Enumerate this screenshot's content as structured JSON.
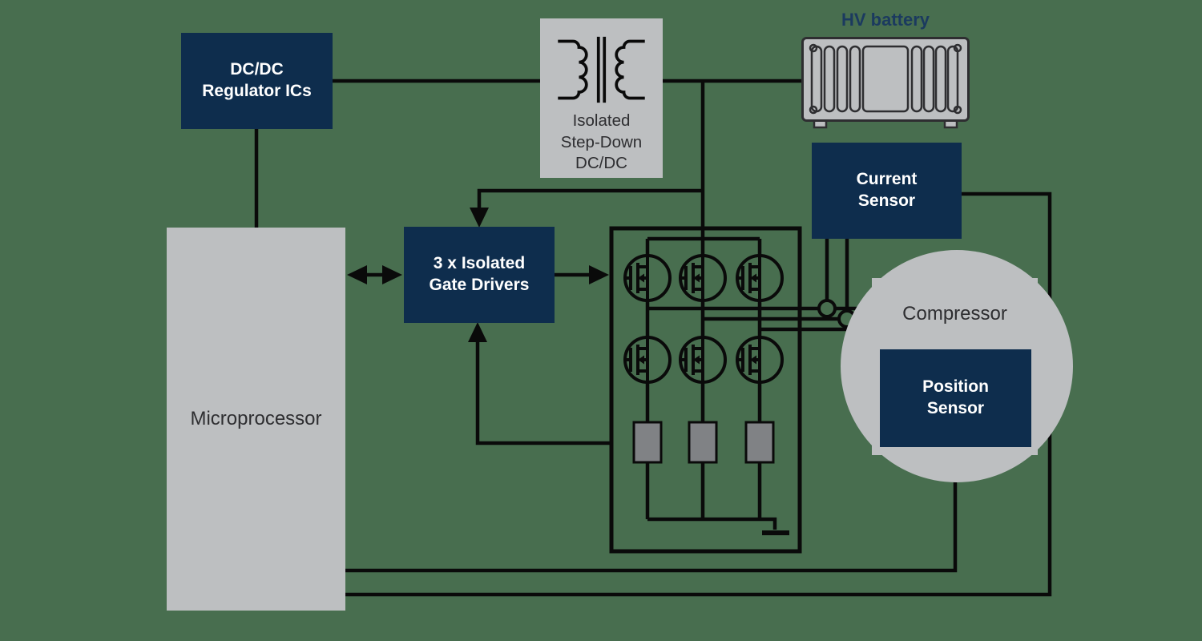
{
  "diagram": {
    "nodes": {
      "dcdc_regulator": {
        "label": "DC/DC\nRegulator ICs"
      },
      "isolated_stepdown": {
        "label": "Isolated\nStep-Down\nDC/DC",
        "icon": "transformer-icon"
      },
      "hv_battery": {
        "label": "HV battery",
        "icon": "battery-icon"
      },
      "microprocessor": {
        "label": "Microprocessor"
      },
      "gate_drivers": {
        "label": "3 x Isolated\nGate Drivers"
      },
      "current_sensor": {
        "label": "Current\nSensor"
      },
      "compressor": {
        "label": "Compressor"
      },
      "position_sensor": {
        "label": "Position\nSensor"
      },
      "inverter": {
        "mosfet_count": 6,
        "shunt_count": 3,
        "phase_lines": 3,
        "current_sense_loops": 2
      }
    },
    "colors": {
      "background": "#486E4F",
      "node_navy": "#0E2D4D",
      "node_gray": "#BDBFC1",
      "shunt_gray": "#808285",
      "wire": "#0A0A0A",
      "label_navy": "#1B3A5F",
      "text_dark": "#2E2E31",
      "text_white": "#FFFFFF"
    }
  }
}
